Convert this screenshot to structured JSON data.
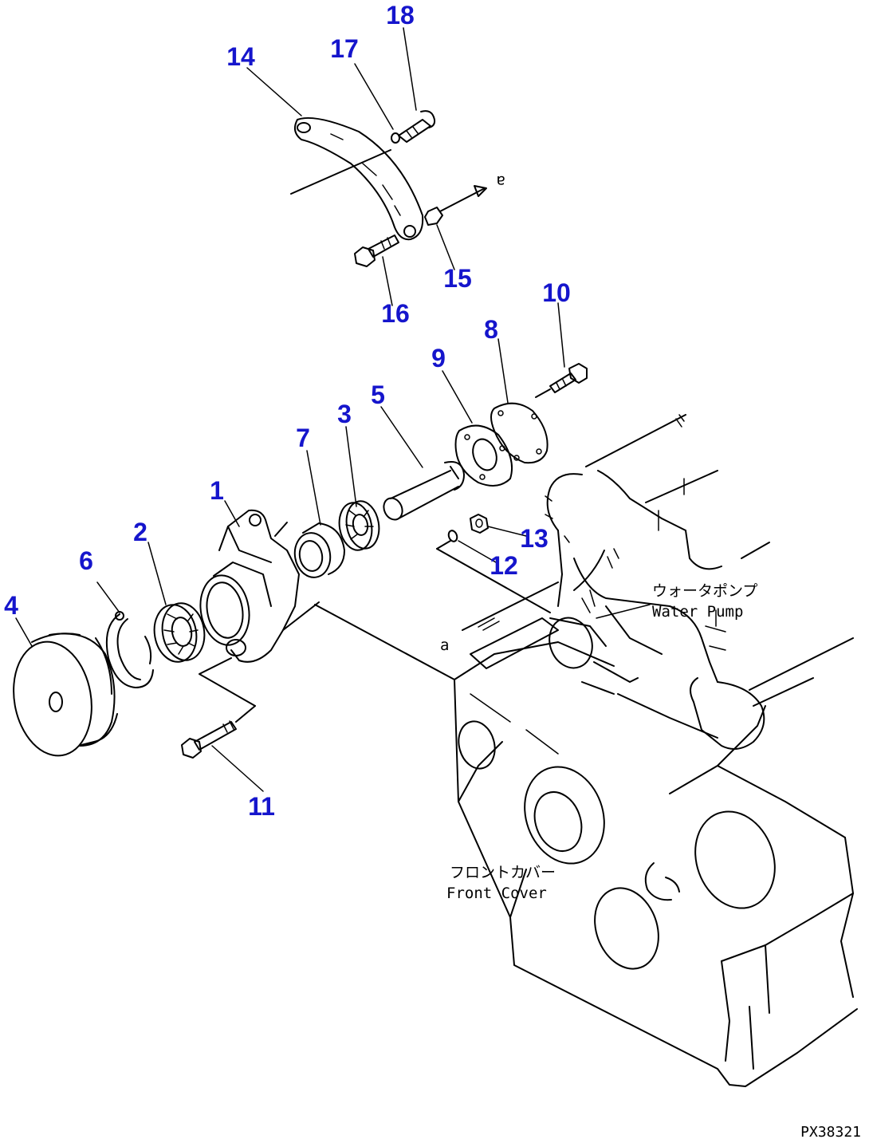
{
  "callouts": [
    {
      "id": "1",
      "label": "1"
    },
    {
      "id": "2",
      "label": "2"
    },
    {
      "id": "3",
      "label": "3"
    },
    {
      "id": "4",
      "label": "4"
    },
    {
      "id": "5",
      "label": "5"
    },
    {
      "id": "6",
      "label": "6"
    },
    {
      "id": "7",
      "label": "7"
    },
    {
      "id": "8",
      "label": "8"
    },
    {
      "id": "9",
      "label": "9"
    },
    {
      "id": "10",
      "label": "10"
    },
    {
      "id": "11",
      "label": "11"
    },
    {
      "id": "12",
      "label": "12"
    },
    {
      "id": "13",
      "label": "13"
    },
    {
      "id": "14",
      "label": "14"
    },
    {
      "id": "15",
      "label": "15"
    },
    {
      "id": "16",
      "label": "16"
    },
    {
      "id": "17",
      "label": "17"
    },
    {
      "id": "18",
      "label": "18"
    }
  ],
  "annotations": {
    "water_pump_jp": "ウォータポンプ",
    "water_pump_en": "Water Pump",
    "front_cover_jp": "フロントカバー",
    "front_cover_en": "Front Cover",
    "ref_a_top": "a",
    "ref_a_bottom": "a"
  },
  "drawing_number": "PX38321",
  "colors": {
    "callout": "#1515cc",
    "line": "#000000",
    "background": "#ffffff"
  }
}
